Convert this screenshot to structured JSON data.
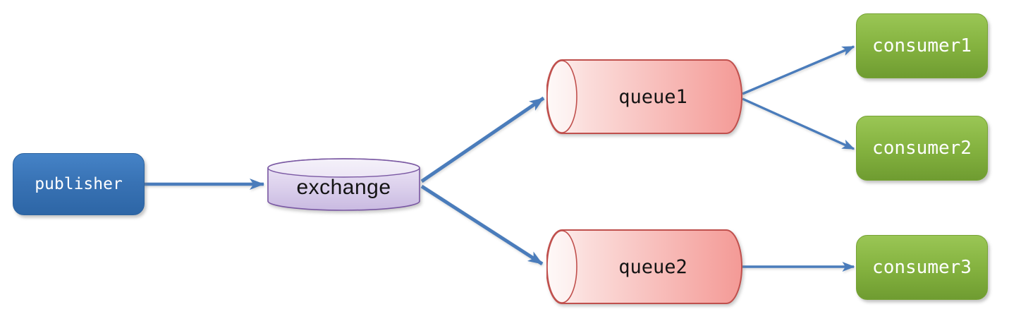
{
  "diagram": {
    "type": "flow-diagram",
    "description": "Message broker topology: a publisher sends messages to an exchange, which routes them to two queues; consumers read from the queues",
    "background": "#ffffff",
    "arrow_color": "#4a7cbb",
    "nodes": {
      "publisher": {
        "label": "publisher",
        "shape": "rounded-rectangle",
        "fill": "#3a76b9",
        "text_color": "#ffffff"
      },
      "exchange": {
        "label": "exchange",
        "shape": "cylinder-vertical",
        "fill": "#dcd2ec",
        "border": "#7a58a3",
        "text_color": "#141414"
      },
      "queue1": {
        "label": "queue1",
        "shape": "cylinder-horizontal",
        "fill": "#f8c0bd",
        "border": "#c0504d",
        "text_color": "#141414"
      },
      "queue2": {
        "label": "queue2",
        "shape": "cylinder-horizontal",
        "fill": "#f8c0bd",
        "border": "#c0504d",
        "text_color": "#141414"
      },
      "consumer1": {
        "label": "consumer1",
        "shape": "rounded-rectangle",
        "fill": "#86b342",
        "text_color": "#ffffff"
      },
      "consumer2": {
        "label": "consumer2",
        "shape": "rounded-rectangle",
        "fill": "#86b342",
        "text_color": "#ffffff"
      },
      "consumer3": {
        "label": "consumer3",
        "shape": "rounded-rectangle",
        "fill": "#86b342",
        "text_color": "#ffffff"
      }
    },
    "edges": [
      {
        "from": "publisher",
        "to": "exchange"
      },
      {
        "from": "exchange",
        "to": "queue1"
      },
      {
        "from": "exchange",
        "to": "queue2"
      },
      {
        "from": "queue1",
        "to": "consumer1"
      },
      {
        "from": "queue1",
        "to": "consumer2"
      },
      {
        "from": "queue2",
        "to": "consumer3"
      }
    ]
  }
}
